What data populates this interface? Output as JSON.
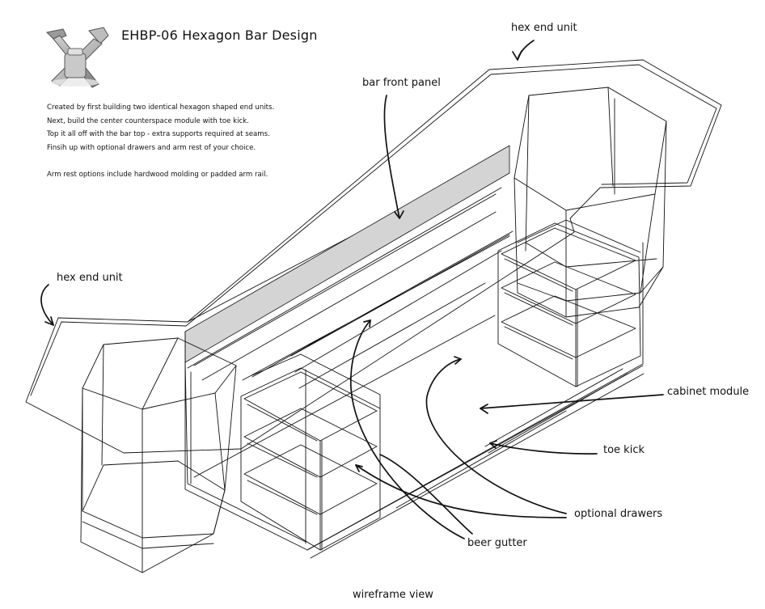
{
  "title": "EHBP-06 Hexagon Bar Design",
  "description": [
    "Created by first building two identical hexagon shaped end units.",
    "Next, build the center counterspace module with toe kick.",
    "Top it all off with the bar top - extra supports required at seams.",
    "Finsih up with optional drawers and arm rest of your choice.",
    "Arm rest options include hardwood molding or padded arm rail."
  ],
  "labels": {
    "hex_end_unit_top": "hex end unit",
    "hex_end_unit_left": "hex end unit",
    "bar_front_panel": "bar front panel",
    "cabinet_module": "cabinet module",
    "toe_kick": "toe kick",
    "optional_drawers": "optional drawers",
    "beer_gutter": "beer gutter"
  },
  "caption": "wireframe view",
  "icons": [
    "tools-logo-icon"
  ],
  "colors": {
    "line": "#111111",
    "panel_fill": "#d4d4d4"
  }
}
